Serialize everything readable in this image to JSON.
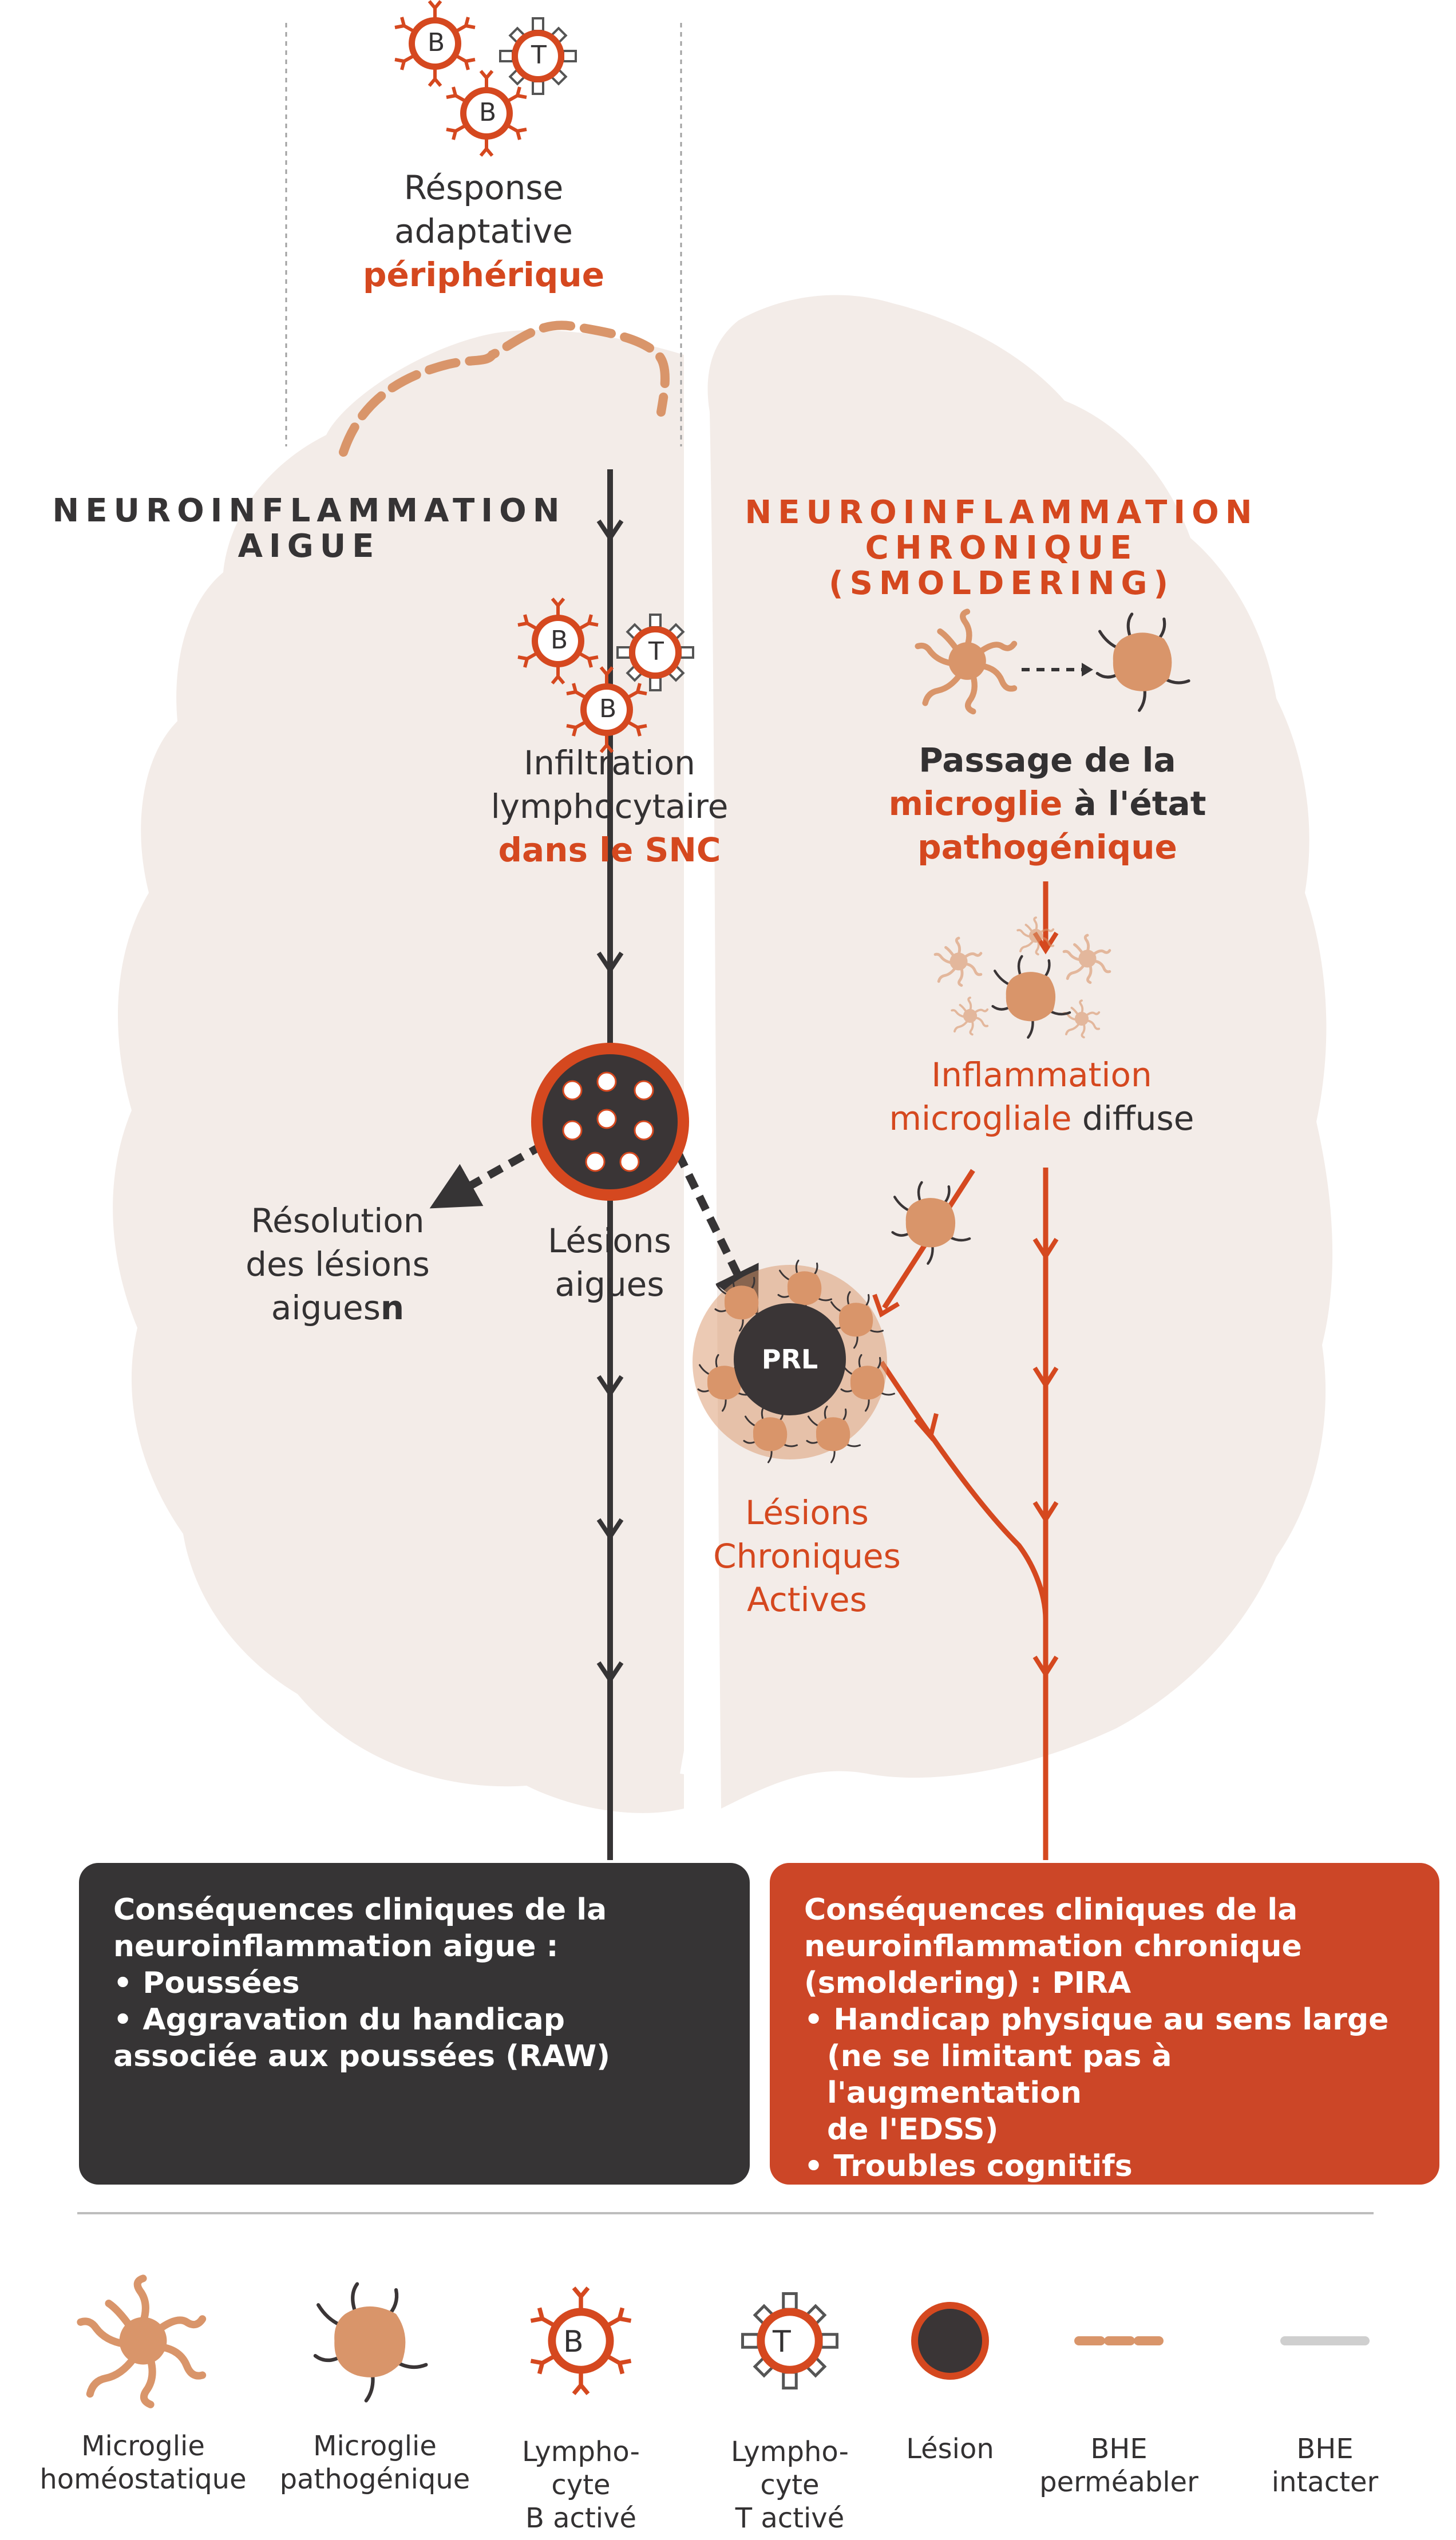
{
  "colors": {
    "orange": "#d5481f",
    "dark": "#363435",
    "tan": "#d9956a",
    "brain": "#f3ece8",
    "gray_line": "#cfcfcf"
  },
  "top": {
    "line1": "Résponse",
    "line2": "adaptative",
    "line3": "périphérique"
  },
  "acute": {
    "heading_line1": "NEUROINFLAMMATION",
    "heading_line2": "AIGUE",
    "infiltration_line1": "Infiltration",
    "infiltration_line2": "lymphocytaire",
    "infiltration_line3": "dans le SNC",
    "lesions_line1": "Lésions",
    "lesions_line2": "aigues",
    "resolution_line1": "Résolution",
    "resolution_line2": "des lésions",
    "resolution_line3a": "aigues",
    "resolution_line3b": "n"
  },
  "chronic": {
    "heading_line1": "NEUROINFLAMMATION",
    "heading_line2": "CHRONIQUE",
    "heading_line3": "(SMOLDERING)",
    "passage_line1": "Passage de la",
    "passage_line2a": "microglie",
    "passage_line2b": " à l'état",
    "passage_line3": "pathogénique",
    "inflam_line1": "Inflammation",
    "inflam_line2a": "microgliale",
    "inflam_line2b": " diffuse",
    "prl_label": "PRL",
    "chronic_line1": "Lésions",
    "chronic_line2": "Chroniques",
    "chronic_line3": "Actives"
  },
  "cell_letters": {
    "b": "B",
    "t": "T"
  },
  "box_acute": {
    "lines": [
      "Conséquences cliniques de la",
      "neuroinflammation aigue :",
      "• Poussées",
      "• Aggravation du handicap",
      "associée aux poussées (RAW)"
    ]
  },
  "box_chronic": {
    "lines": [
      "Conséquences cliniques de la",
      "neuroinflammation chronique",
      "(smoldering) : PIRA",
      "• Handicap physique au sens large",
      "(ne se limitant pas à l'augmentation",
      "de l'EDSS)",
      "• Troubles cognitifs"
    ]
  },
  "legend": [
    {
      "line1": "Microglie",
      "line2": "homéostatique",
      "line3": ""
    },
    {
      "line1": "Microglie",
      "line2": "pathogénique",
      "line3": ""
    },
    {
      "line1": "Lympho-",
      "line2": "cyte",
      "line3": "B activé"
    },
    {
      "line1": "Lympho-",
      "line2": "cyte",
      "line3": "T activé"
    },
    {
      "line1": "Lésion",
      "line2": "",
      "line3": ""
    },
    {
      "line1": "BHE",
      "line2": "perméabler",
      "line3": ""
    },
    {
      "line1": "BHE",
      "line2": "intacter",
      "line3": ""
    }
  ]
}
